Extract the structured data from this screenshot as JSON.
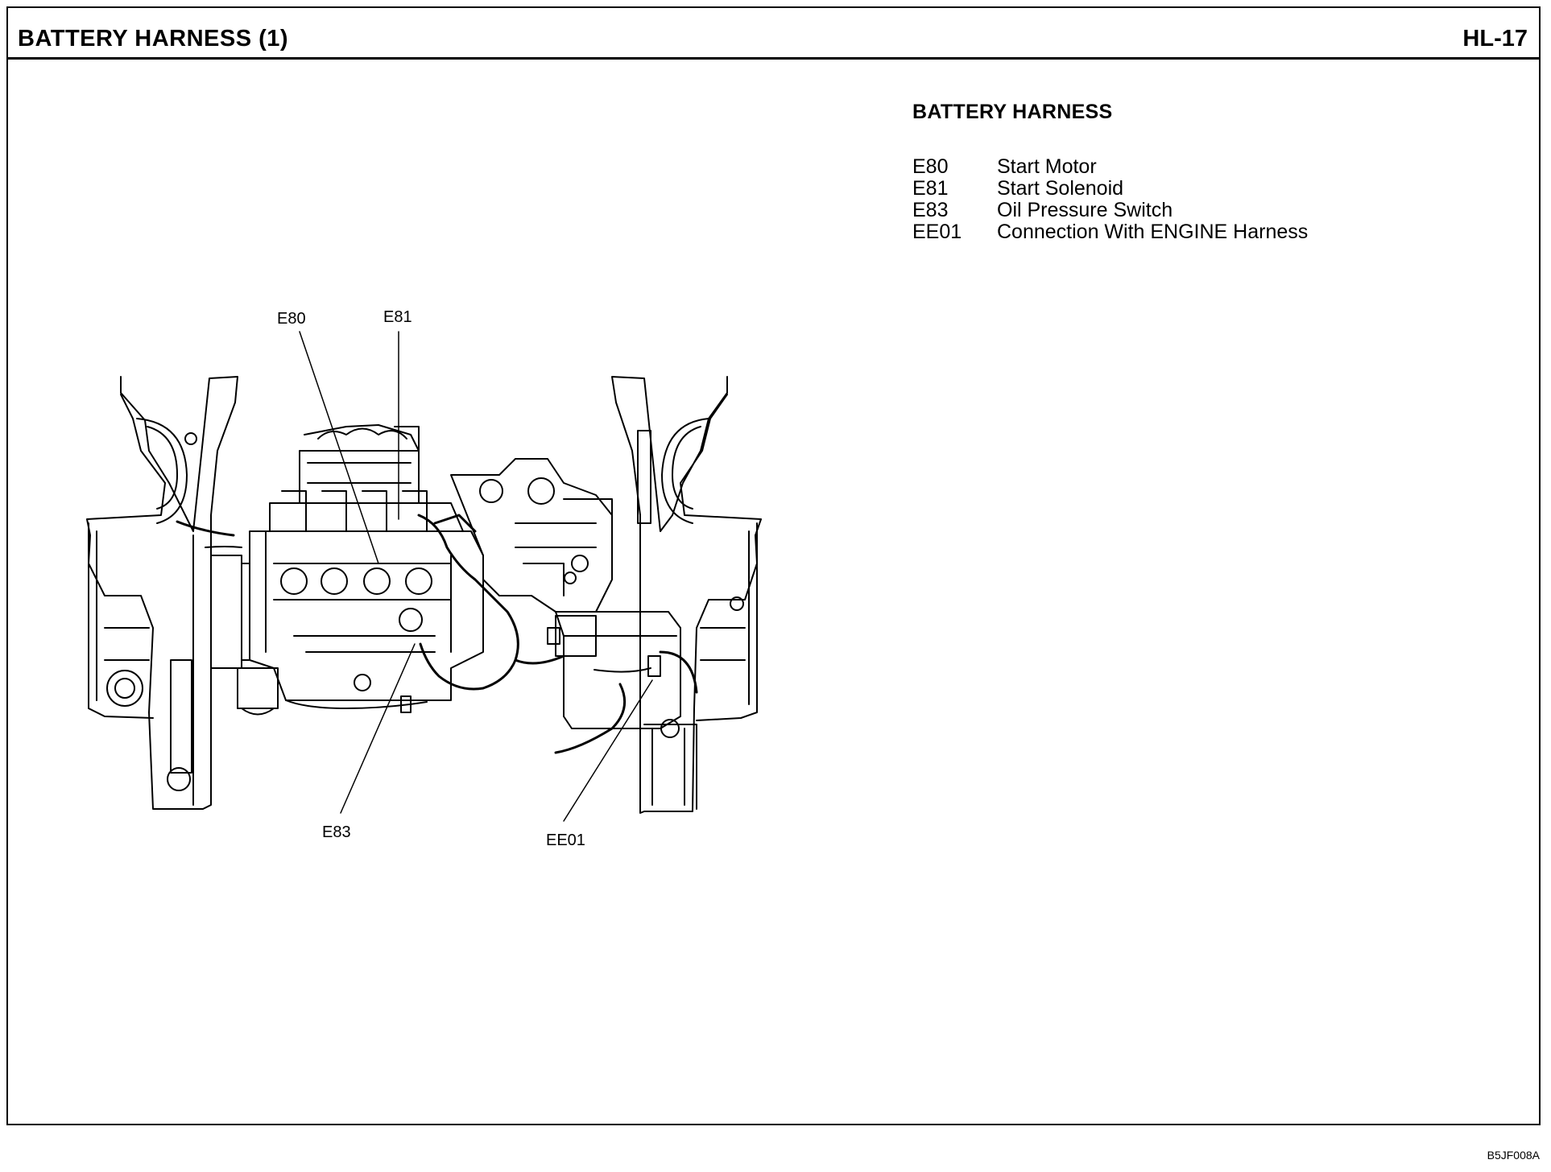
{
  "header": {
    "title": "BATTERY HARNESS (1)",
    "page_number": "HL-17"
  },
  "legend": {
    "title": "BATTERY HARNESS",
    "items": [
      {
        "code": "E80",
        "description": "Start Motor"
      },
      {
        "code": "E81",
        "description": "Start Solenoid"
      },
      {
        "code": "E83",
        "description": "Oil Pressure Switch"
      },
      {
        "code": "EE01",
        "description": "Connection With ENGINE Harness"
      }
    ]
  },
  "diagram": {
    "callouts": {
      "e80": "E80",
      "e81": "E81",
      "e83": "E83",
      "ee01": "EE01"
    }
  },
  "footer": {
    "figure_code": "B5JF008A"
  }
}
